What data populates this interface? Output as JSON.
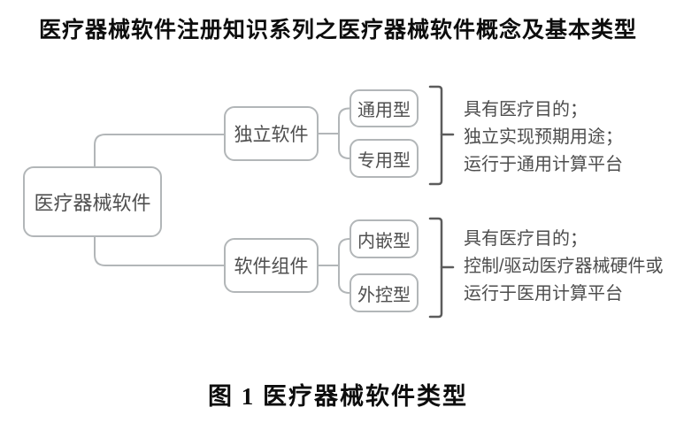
{
  "title": "医疗器械软件注册知识系列之医疗器械软件概念及基本类型",
  "caption": "图 1 医疗器械软件类型",
  "diagram": {
    "root": {
      "label": "医疗器械软件"
    },
    "branches": [
      {
        "label": "独立软件",
        "children": [
          {
            "label": "通用型"
          },
          {
            "label": "专用型"
          }
        ],
        "notes": [
          "具有医疗目的；",
          "独立实现预期用途；",
          "运行于通用计算平台"
        ]
      },
      {
        "label": "软件组件",
        "children": [
          {
            "label": "内嵌型"
          },
          {
            "label": "外控型"
          }
        ],
        "notes": [
          "具有医疗目的；",
          "控制/驱动医疗器械硬件或",
          "运行于医用计算平台"
        ]
      }
    ],
    "colors": {
      "box_border": "#b2b6b8",
      "box_text": "#4f4f4f",
      "connector": "#b2b6b8",
      "bracket": "#5c5c5c",
      "note_text": "#4d4d4d",
      "heading_text": "#0d0d0d",
      "background": "#ffffff"
    }
  }
}
